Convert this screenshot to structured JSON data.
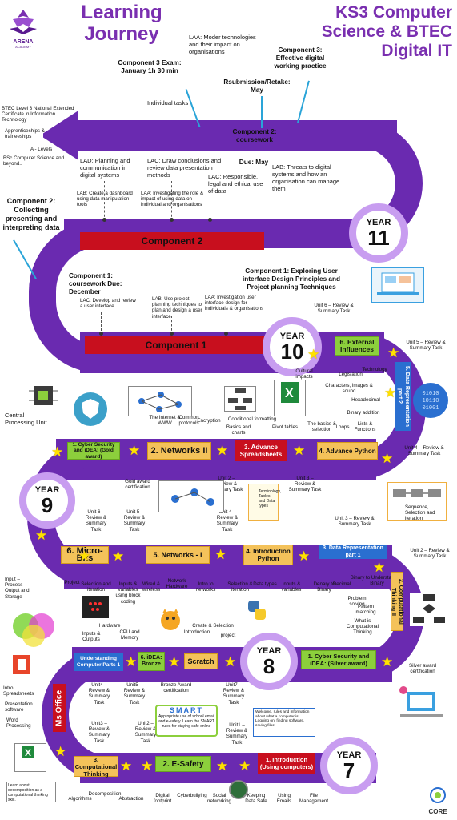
{
  "header": {
    "logo_name": "ARENA",
    "logo_sub": "ACADEMY",
    "title_left": "Learning Journey",
    "title_right": "KS3 Computer Science & BTEC Digital IT"
  },
  "year11": {
    "year_label": "YEAR",
    "year_num": "11",
    "arrow_points": [
      "BTEC Level 3 National Extended Certificate in Information Technology",
      "Apprenticeships & traineeships",
      "A - Levels",
      "BSc Computer Science and beyond.."
    ],
    "component2_title": "Component 2: Collecting presenting and interpreting data",
    "component3_exam": "Component 3 Exam: January 1h 30 min",
    "laa_moder": "LAA: Moder technologies and their impact on organisations",
    "component3_title": "Component 3: Effective digital working practice",
    "resubmission": "Rsubmission/Retake: May",
    "individual_tasks": "Individual tasks",
    "component2_coursework": "Component 2: coursework",
    "due_may": "Due: May",
    "lad_planning": "LAD: Planning and communication in digital systems",
    "lac_draw": "LAC: Draw conclusions and review data presentation methods",
    "lac_responsible": "LAC: Responsible, legal and ethical use of data",
    "lab_threats": "LAB: Threats to digital systems and how an organisation can manage them",
    "lab_dashboard": "LAB: Create a dashboard using data manipulation tools",
    "laa_investigate": "LAA: Investigating the role & impact of using data on individual and organisations",
    "component2_bar": "Component 2"
  },
  "year10": {
    "year_label": "YEAR",
    "year_num": "10",
    "component1_coursework": "Component 1: coursework Due: December",
    "component1_title": "Component 1: Exploring User interface Design Principles and Project planning Techniques",
    "lac_develop": "LAC: Develop and review a user interface",
    "lab_planning": "LAB: Use project planning techniques to plan and design a user interface",
    "laa_investigation": "LAA: Investigation user interface design for individuals & organisations",
    "component1_bar": "Component 1",
    "unit6_review": "Unit 6 – Review & Summary Task"
  },
  "year9": {
    "year_label": "YEAR",
    "year_num": "9",
    "external_influences": "6. External Influences",
    "unit5_review": "Unit 5 – Review & Summary Task",
    "cultural": "Cultural impacts",
    "legislation": "Legislation",
    "technology": "Technology",
    "data_rep2": "5. Data Representation part 2",
    "characters": "Characters, images & sound",
    "hexadecimal": "Hexadecimal",
    "binary_addition": "Binary addition",
    "lists": "Lists & Functions",
    "basics_sel": "The basics & selection",
    "loops": "Loops",
    "internet": "The Internet & WWW",
    "common_protocols": "Common protocols",
    "encryption": "Encryption",
    "cond_format": "Conditional formatting",
    "basics_charts": "Basics and charts",
    "pivot": "Pivot tables",
    "cpu_label": "Central Processing Unit",
    "cyber_gold": "1. Cyber Security and iDEA: (Gold award)",
    "networks2": "2. Networks II",
    "adv_spreadsheets": "3. Advance Spreadsheets",
    "adv_python": "4. Advance Python",
    "unit4_review": "Unit 4 – Review & Summary Task",
    "gold_cert": "Gold award certification",
    "unit2_review": "Unit 2 – Review & Summary Task",
    "unit3_review": "Unit 3 – Review & Summary Task",
    "sequence": "Sequence, Selection and iteration",
    "terminology": "Terminology, Tables and Data types"
  },
  "year8": {
    "year_label": "YEAR",
    "year_num": "8",
    "unit6_review": "Unit 6 – Review & Summary Task",
    "unit5_review": "Unit 5– Review & Summary Task",
    "unit4_review": "Unit 4 – Review & Summary Task",
    "unit3_review": "Unit 3 – Review & Summary Task",
    "unit2_review": "Unit 2 – Review & Summary Task",
    "microbits": "6. Micro-Bits",
    "networks1": "5. Networks - I",
    "intro_python": "4. Introduction Python",
    "data_rep1": "3. Data Representation part 1",
    "project": "Project",
    "sel_iter": "Selection and iteration",
    "inputs_vars": "Inputs & variables using block coding",
    "wired": "Wired & wireless",
    "network_hw": "Network Hardware",
    "intro_networks": "Intro to networks",
    "sel_iter2": "Selection & iteration",
    "data_types": "Data types",
    "inputs_vars2": "Inputs & variables",
    "denary_binary": "Denary to Binary",
    "decimal": "Decimal",
    "binary_understanding": "Binary to Understanding Binary",
    "problem_solving": "Problem solving",
    "pattern_matching": "Pattern matching",
    "what_is_ct": "What is Computational Thinking",
    "comp_thinking2": "2. Computational Thinking II",
    "input_process": "Input – Process-Output and Storage",
    "hardware": "Hardware",
    "inputs_outputs": "Inputs & Outputs",
    "cpu_memory": "CPU and Memory",
    "create_selection": "Create & Selection",
    "introduction": "Introduction",
    "project2": "project",
    "understanding_cp": "Understanding Computer Parts 1",
    "idea_bronze": "6. iDEA: Bronze",
    "scratch": "Scratch",
    "cyber_silver": "1. Cyber Security and iDEA: (Silver award)",
    "silver_cert": "Silver award certification"
  },
  "year7": {
    "year_label": "YEAR",
    "year_num": "7",
    "intro_spreadsheets": "Intro Spreadsheets",
    "presentation": "Presentation software",
    "word_processing": "Word Processing",
    "ms_office": "Ms Office",
    "unit4_review": "Unit4 – Review & Summary Task",
    "unit5_review": "Unit5 – Review & Summary Task",
    "bronze_cert": "Bronze Award certification",
    "unit7_review": "Unit7 – Review & Summary Task",
    "unit3_review": "Unit3 – Review & Summary Task",
    "unit2_review": "Unit2 – Review & Summary Task",
    "unit1_review": "Unit1 – Review & Summary Task",
    "smart_text": "Appropriate use of school email and e-safety. Learn the SMART rules for staying safe online",
    "smart_word": "SMART",
    "welcome": "Welcome, rules and information about what a computer is. Logging on, finding software, saving files.",
    "comp_thinking": "3. Computational Thinking",
    "esafety": "2. E-Safety",
    "introduction": "1. Introduction (Using computers)",
    "decomp_note": "Learn about decomposition as a computational thinking skill.",
    "algorithms": "Algorithms",
    "decomposition": "Decomposition",
    "abstraction": "Abstraction",
    "digital_footprint": "Digital footprint",
    "cyberbullying": "Cyberbullying",
    "social_networking": "Social networking",
    "keeping_safe": "Keeping Data Safe",
    "using_emails": "Using Emails",
    "file_management": "File Management",
    "core_logo": "CORE"
  },
  "colors": {
    "path": "#6a2ab0",
    "title": "#7a2fb0",
    "year_ring": "#c89df0",
    "green": "#8ccf3c",
    "orange": "#f4c25a",
    "red": "#c80f1e",
    "blue": "#2a6fd0",
    "star": "#ffe100"
  }
}
